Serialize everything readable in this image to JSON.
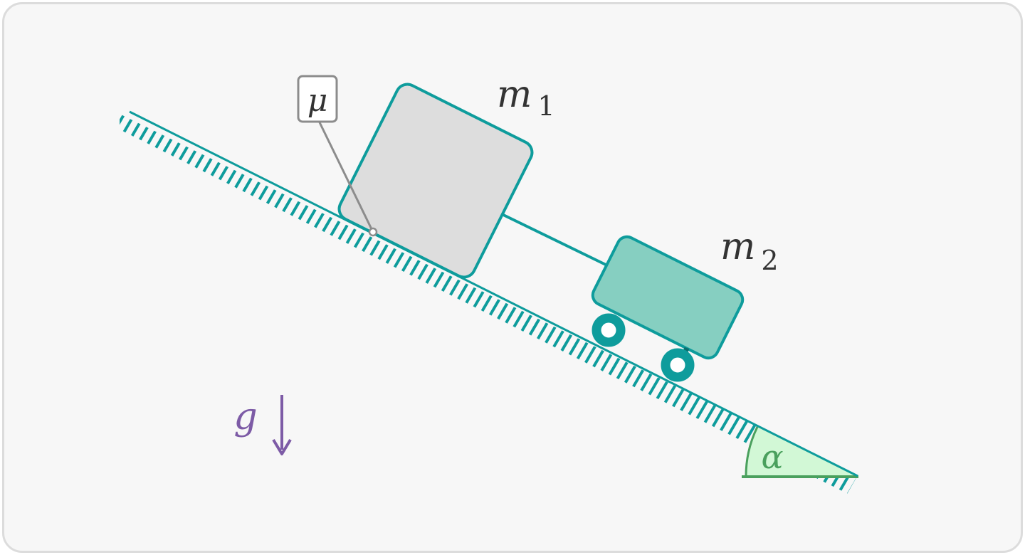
{
  "labels": {
    "mass1": "m",
    "mass1_sub": "1",
    "mass2": "m",
    "mass2_sub": "2",
    "friction": "μ",
    "gravity": "g",
    "angle": "α"
  },
  "colors": {
    "incline": "#0e9c9c",
    "block1_fill": "#dddddd",
    "cart_fill": "#86cfc1",
    "wheel": "#0e9c9c",
    "angle_fill": "#d2f8d6",
    "angle_stroke": "#4aa05d",
    "gravity": "#7d5ba6",
    "callout": "#8c8c8c",
    "text": "#333333"
  }
}
